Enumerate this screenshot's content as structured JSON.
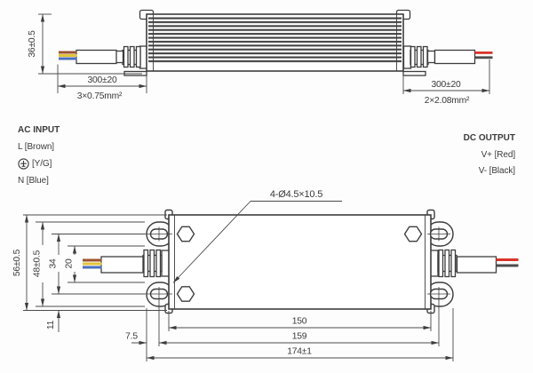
{
  "drawing": {
    "top_view": {
      "height": "36±0.5",
      "input_length": "300±20",
      "input_wire_spec": "3×0.75mm²",
      "output_length": "300±20",
      "output_wire_spec": "2×2.08mm²"
    },
    "ac_input": {
      "title": "AC INPUT",
      "line_live": "L [Brown]",
      "line_earth": "[Y/G]",
      "line_neutral": "N [Blue]"
    },
    "dc_output": {
      "title": "DC OUTPUT",
      "line_positive": "V+ [Red]",
      "line_negative": "V- [Black]"
    },
    "bottom_view": {
      "mounting_hole_callout": "4-Ø4.5×10.5",
      "width_overall": "56±0.5",
      "width_over_ears": "48±0.5",
      "slot_center_span_vertical": "34",
      "inner_ear_gap": "20",
      "slot_to_edge": "11",
      "ear_edge_to_slot": "7.5",
      "body_length": "150",
      "slot_center_span_horizontal": "159",
      "overall_length": "174±1"
    },
    "colors": {
      "line": "#3d3d3d",
      "wire_brown": "#9a5230",
      "wire_yellow": "#e3c43a",
      "wire_blue": "#4a70bd",
      "wire_red": "#d9342b",
      "wire_black": "#4c4c4c"
    }
  }
}
